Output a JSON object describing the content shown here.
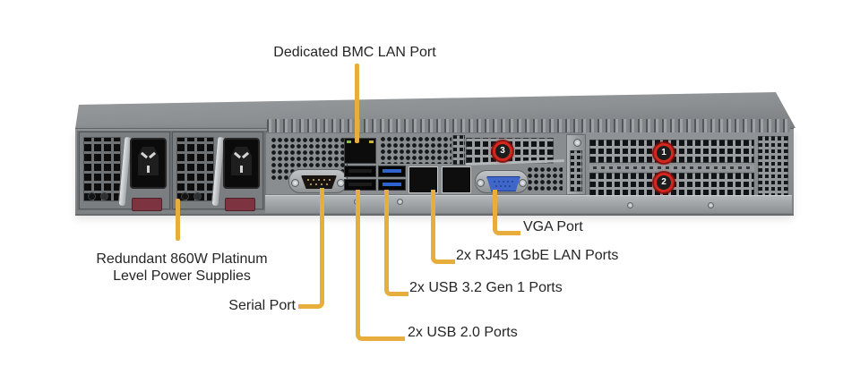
{
  "labels": {
    "bmc": "Dedicated BMC LAN Port",
    "psu_line1": "Redundant 860W Platinum",
    "psu_line2": "Level Power Supplies",
    "serial": "Serial Port",
    "usb2": "2x USB 2.0 Ports",
    "usb3": "2x USB 3.2 Gen 1 Ports",
    "lan": "2x RJ45 1GbE LAN Ports",
    "vga": "VGA Port"
  },
  "badges": {
    "slot1": "1",
    "slot2": "2",
    "slot3": "3"
  },
  "colors": {
    "callout": "#E8AE3D",
    "badge-ring": "#D2281E",
    "label-text": "#252525"
  }
}
